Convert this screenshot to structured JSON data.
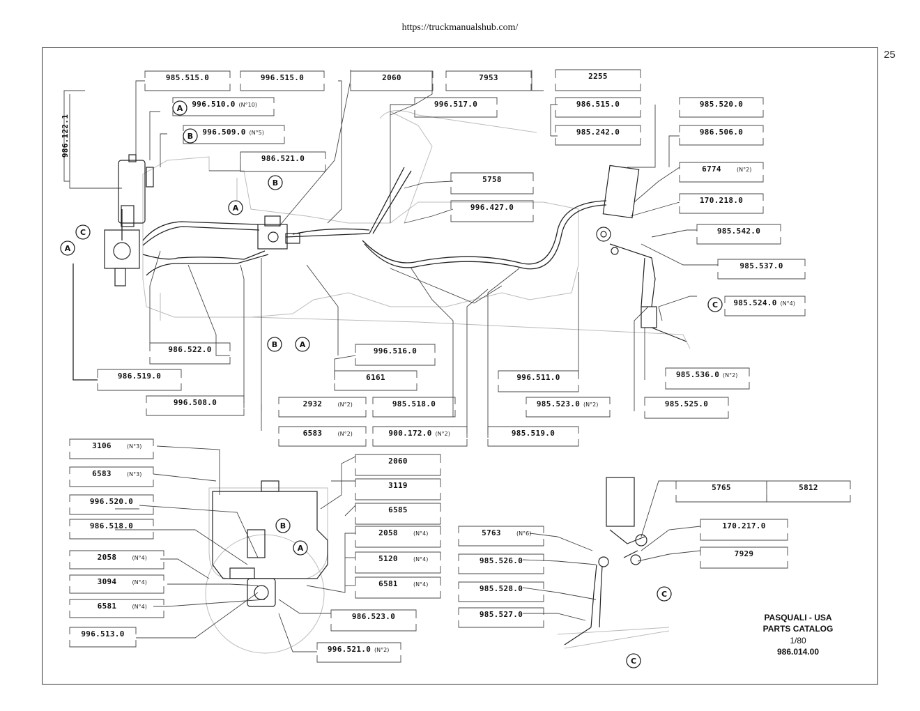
{
  "header": {
    "url": "https://truckmanualshub.com/",
    "page_number": "25"
  },
  "catalog": {
    "company": "PASQUALI - USA",
    "title": "PARTS CATALOG",
    "issue": "1/80",
    "code": "986.014.00"
  },
  "callouts": [
    "A",
    "B",
    "C"
  ],
  "parts": [
    {
      "id": "p01",
      "code": "985.515.0",
      "note": ""
    },
    {
      "id": "p02",
      "code": "996.515.0",
      "note": ""
    },
    {
      "id": "p03",
      "code": "2060",
      "note": ""
    },
    {
      "id": "p04",
      "code": "7953",
      "note": ""
    },
    {
      "id": "p05",
      "code": "2255",
      "note": ""
    },
    {
      "id": "p06",
      "code": "996.510.0",
      "note": "(N°10)"
    },
    {
      "id": "p07",
      "code": "996.509.0",
      "note": "(N°5)"
    },
    {
      "id": "p08",
      "code": "986.521.0",
      "note": ""
    },
    {
      "id": "p09",
      "code": "996.517.0",
      "note": ""
    },
    {
      "id": "p10",
      "code": "986.515.0",
      "note": ""
    },
    {
      "id": "p11",
      "code": "985.242.0",
      "note": ""
    },
    {
      "id": "p12",
      "code": "985.520.0",
      "note": ""
    },
    {
      "id": "p13",
      "code": "986.506.0",
      "note": ""
    },
    {
      "id": "p14",
      "code": "986.122.1",
      "note": ""
    },
    {
      "id": "p15",
      "code": "5758",
      "note": ""
    },
    {
      "id": "p16",
      "code": "996.427.0",
      "note": ""
    },
    {
      "id": "p17",
      "code": "6774",
      "note": "(N°2)"
    },
    {
      "id": "p18",
      "code": "170.218.0",
      "note": ""
    },
    {
      "id": "p19",
      "code": "985.542.0",
      "note": ""
    },
    {
      "id": "p20",
      "code": "985.537.0",
      "note": ""
    },
    {
      "id": "p21",
      "code": "985.524.0",
      "note": "(N°4)"
    },
    {
      "id": "p22",
      "code": "986.522.0",
      "note": ""
    },
    {
      "id": "p23",
      "code": "996.516.0",
      "note": ""
    },
    {
      "id": "p24",
      "code": "986.519.0",
      "note": ""
    },
    {
      "id": "p25",
      "code": "6161",
      "note": ""
    },
    {
      "id": "p26",
      "code": "996.511.0",
      "note": ""
    },
    {
      "id": "p27",
      "code": "985.536.0",
      "note": "(N°2)"
    },
    {
      "id": "p28",
      "code": "996.508.0",
      "note": ""
    },
    {
      "id": "p29",
      "code": "2932",
      "note": "(N°2)"
    },
    {
      "id": "p30",
      "code": "985.518.0",
      "note": ""
    },
    {
      "id": "p31",
      "code": "985.523.0",
      "note": "(N°2)"
    },
    {
      "id": "p32",
      "code": "985.525.0",
      "note": ""
    },
    {
      "id": "p33",
      "code": "6583",
      "note": "(N°2)"
    },
    {
      "id": "p34",
      "code": "900.172.0",
      "note": "(N°2)"
    },
    {
      "id": "p35",
      "code": "985.519.0",
      "note": ""
    },
    {
      "id": "p36",
      "code": "3106",
      "note": "(N°3)"
    },
    {
      "id": "p37",
      "code": "6583",
      "note": "(N°3)"
    },
    {
      "id": "p38",
      "code": "996.520.0",
      "note": ""
    },
    {
      "id": "p39",
      "code": "986.518.0",
      "note": ""
    },
    {
      "id": "p40",
      "code": "2058",
      "note": "(N°4)"
    },
    {
      "id": "p41",
      "code": "3094",
      "note": "(N°4)"
    },
    {
      "id": "p42",
      "code": "6581",
      "note": "(N°4)"
    },
    {
      "id": "p43",
      "code": "996.513.0",
      "note": ""
    },
    {
      "id": "p44",
      "code": "2060",
      "note": ""
    },
    {
      "id": "p45",
      "code": "3119",
      "note": ""
    },
    {
      "id": "p46",
      "code": "6585",
      "note": ""
    },
    {
      "id": "p47",
      "code": "2058",
      "note": "(N°4)"
    },
    {
      "id": "p48",
      "code": "5120",
      "note": "(N°4)"
    },
    {
      "id": "p49",
      "code": "6581",
      "note": "(N°4)"
    },
    {
      "id": "p50",
      "code": "986.523.0",
      "note": ""
    },
    {
      "id": "p51",
      "code": "996.521.0",
      "note": "(N°2)"
    },
    {
      "id": "p52",
      "code": "5763",
      "note": "(N°6)"
    },
    {
      "id": "p53",
      "code": "985.526.0",
      "note": ""
    },
    {
      "id": "p54",
      "code": "985.528.0",
      "note": ""
    },
    {
      "id": "p55",
      "code": "985.527.0",
      "note": ""
    },
    {
      "id": "p56",
      "code": "5765",
      "note": ""
    },
    {
      "id": "p57",
      "code": "5812",
      "note": ""
    },
    {
      "id": "p58",
      "code": "170.217.0",
      "note": ""
    },
    {
      "id": "p59",
      "code": "7929",
      "note": ""
    }
  ]
}
